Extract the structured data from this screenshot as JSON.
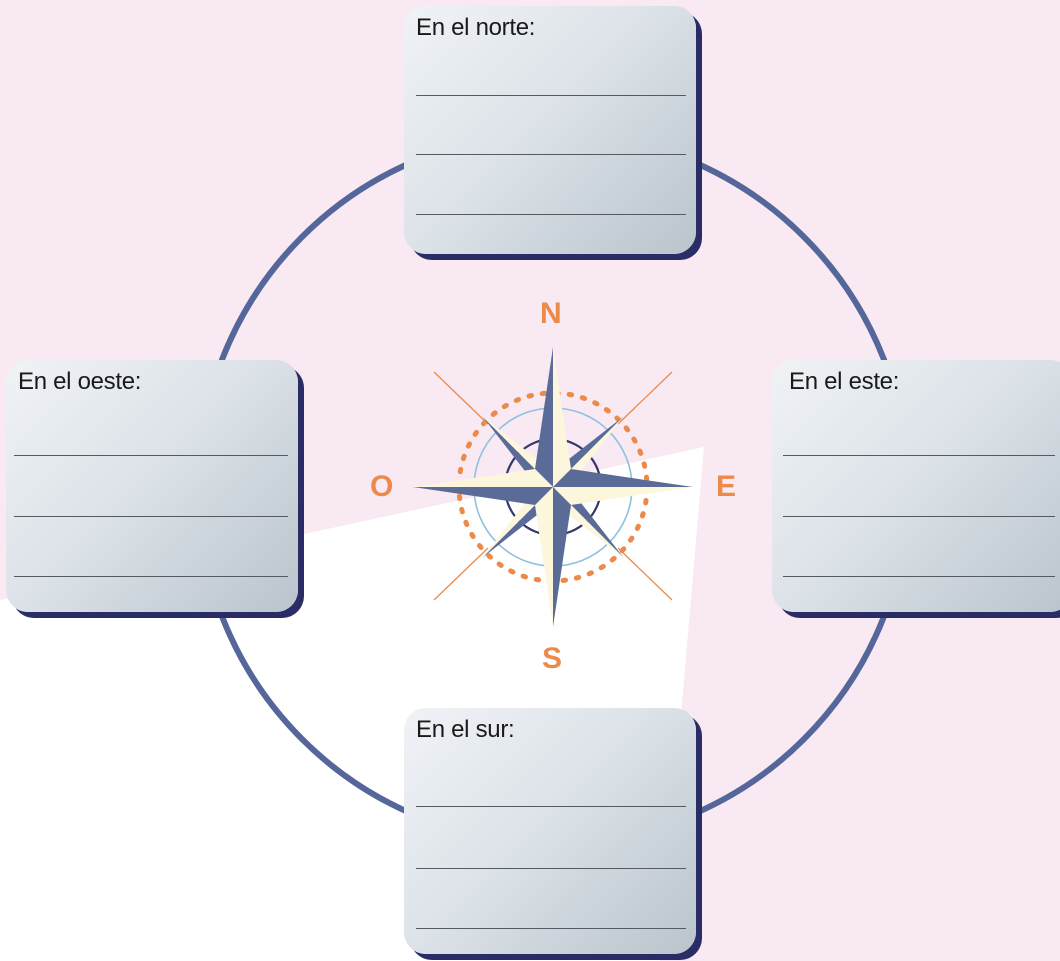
{
  "cards": {
    "north": {
      "title": "En el norte:"
    },
    "west": {
      "title": "En el oeste:"
    },
    "east": {
      "title": "En el este:"
    },
    "south": {
      "title": "En el sur:"
    }
  },
  "compass": {
    "north_label": "N",
    "south_label": "S",
    "east_label": "E",
    "west_label": "O"
  },
  "colors": {
    "background": "#f8e9f2",
    "circle": "#55679a",
    "card_shadow": "#2a2c66",
    "compass_label": "#ec8a4b",
    "star_dark": "#5a6b98",
    "star_light": "#fbf6dc",
    "ring_blue": "#8fc1df",
    "dots_orange": "#ec8a4b"
  }
}
